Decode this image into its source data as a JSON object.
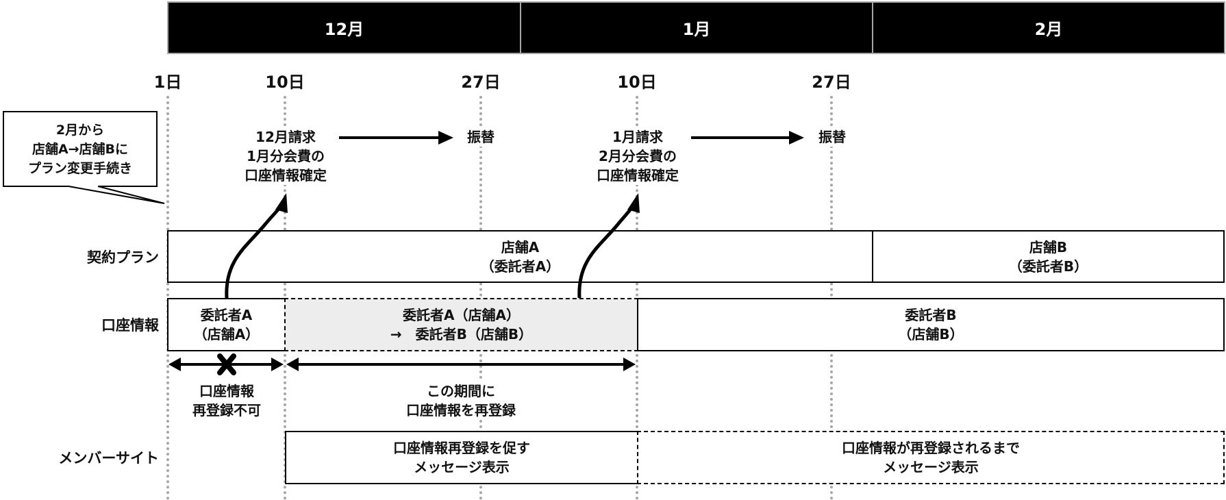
{
  "months": [
    {
      "label": "12月"
    },
    {
      "label": "1月"
    },
    {
      "label": "2月"
    }
  ],
  "days": [
    {
      "label": "1日"
    },
    {
      "label": "10日"
    },
    {
      "label": "27日"
    },
    {
      "label": "10日"
    },
    {
      "label": "27日"
    }
  ],
  "callout": {
    "lines": [
      "2月から",
      "店舗A→店舗Bに",
      "プラン変更手続き"
    ]
  },
  "events": [
    {
      "lines": [
        "12月請求",
        "1月分会費の",
        "口座情報確定"
      ]
    },
    {
      "lines": [
        "振替"
      ]
    },
    {
      "lines": [
        "1月請求",
        "2月分会費の",
        "口座情報確定"
      ]
    },
    {
      "lines": [
        "振替"
      ]
    }
  ],
  "rows": {
    "plan": {
      "label": "契約プラン",
      "segments": [
        {
          "lines": [
            "店舗A",
            "（委託者A）"
          ]
        },
        {
          "lines": [
            "店舗B",
            "（委託者B）"
          ]
        }
      ]
    },
    "account": {
      "label": "口座情報",
      "segments": [
        {
          "lines": [
            "委託者A",
            "（店舗A）"
          ]
        },
        {
          "lines": [
            "委託者A（店舗A）",
            "→　委託者B（店舗B）"
          ]
        },
        {
          "lines": [
            "委託者B",
            "（店舗B）"
          ]
        }
      ]
    },
    "periods": [
      {
        "lines": [
          "口座情報",
          "再登録不可"
        ],
        "icon": "cross-icon"
      },
      {
        "lines": [
          "この期間に",
          "口座情報を再登録"
        ]
      }
    ],
    "member_site": {
      "label": "メンバーサイト",
      "segments": [
        {
          "lines": [
            "口座情報再登録を促す",
            "メッセージ表示"
          ]
        },
        {
          "lines": [
            "口座情報が再登録されるまで",
            "メッセージ表示"
          ]
        }
      ]
    }
  }
}
